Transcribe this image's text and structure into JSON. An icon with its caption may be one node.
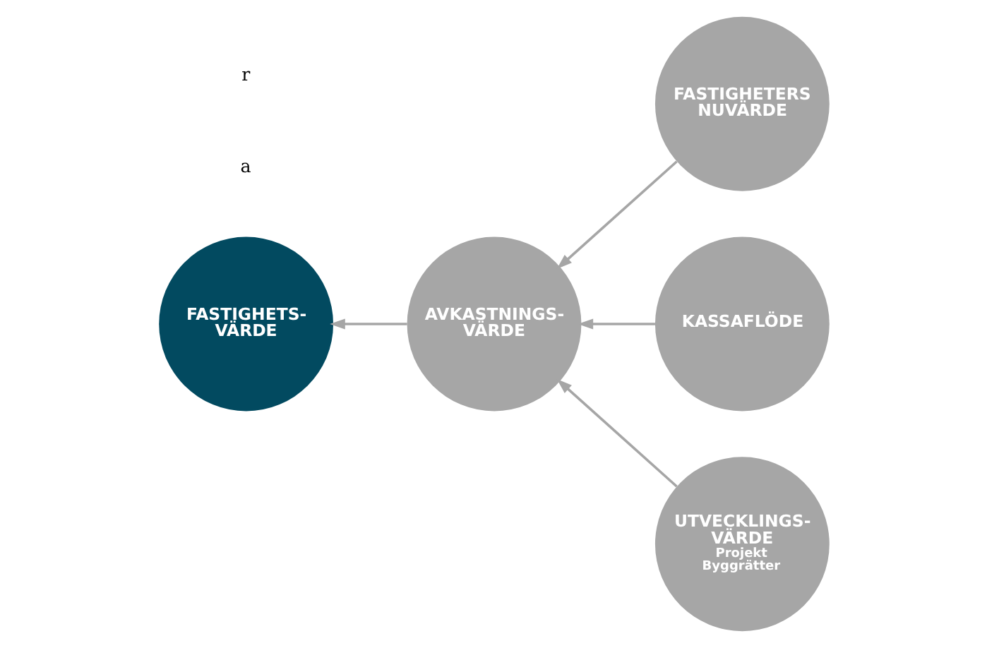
{
  "diagram": {
    "nodes": [
      {
        "text": [
          "FASTIGHETERS NUVÄRDE"
        ]
      },
      {
        "text": [
          "KASSAFLÖDE"
        ]
      },
      {
        "text": [
          "FASTIGHETS- VÄRDE"
        ]
      },
      {
        "text": [
          "AVKASTNINGS- VÄRDE"
        ]
      },
      {
        "text": [
          "UTVECKLINGS- VÄRDE",
          "Projekt Byggrätter"
        ]
      }
    ],
    "edges": [
      {
        "from": 0,
        "to": 3,
        "arrow": "to"
      },
      {
        "from": 1,
        "to": 3,
        "arrow": "to"
      },
      {
        "from": 3,
        "to": 2,
        "arrow": "to"
      },
      {
        "from": 4,
        "to": 3,
        "arrow": "to"
      }
    ],
    "labels": [
      "a",
      "r"
    ]
  }
}
